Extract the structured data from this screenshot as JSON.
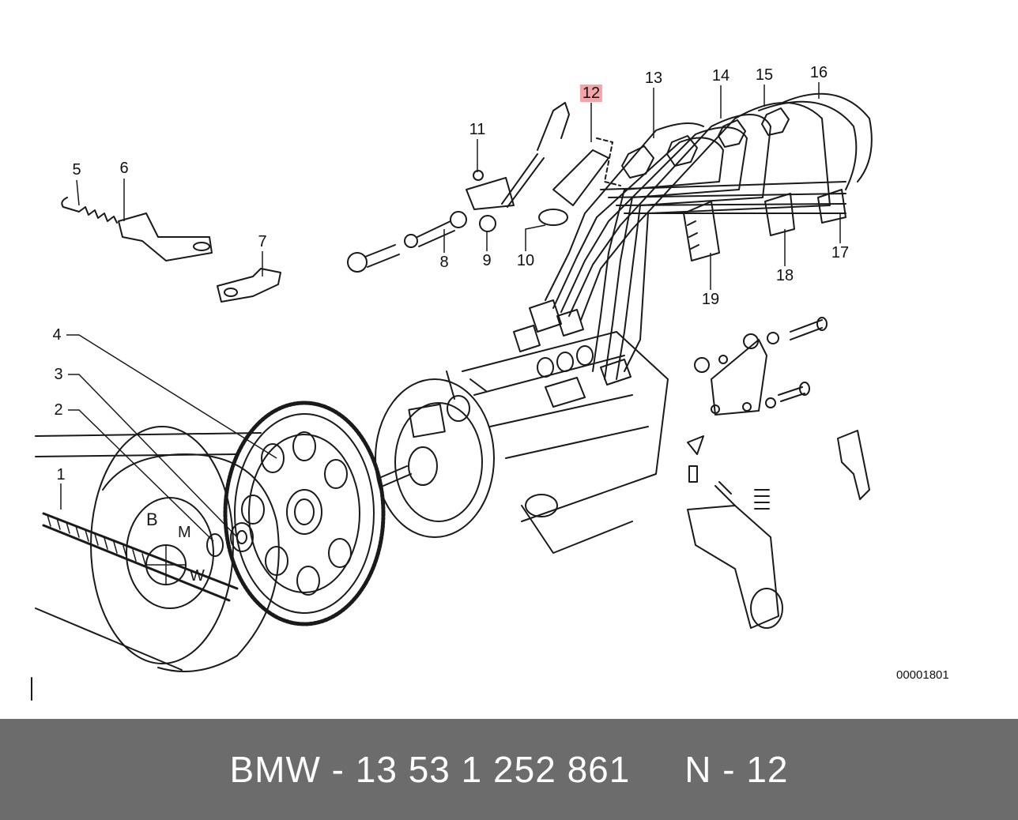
{
  "diagram": {
    "code": "00001801",
    "highlight_color": "#f4a3a8",
    "callouts": [
      {
        "id": "1",
        "label": "1"
      },
      {
        "id": "2",
        "label": "2"
      },
      {
        "id": "3",
        "label": "3"
      },
      {
        "id": "4",
        "label": "4"
      },
      {
        "id": "5",
        "label": "5"
      },
      {
        "id": "6",
        "label": "6"
      },
      {
        "id": "7",
        "label": "7"
      },
      {
        "id": "8",
        "label": "8"
      },
      {
        "id": "9",
        "label": "9"
      },
      {
        "id": "10",
        "label": "10"
      },
      {
        "id": "11",
        "label": "11"
      },
      {
        "id": "12",
        "label": "12",
        "highlighted": true
      },
      {
        "id": "13",
        "label": "13"
      },
      {
        "id": "14",
        "label": "14"
      },
      {
        "id": "15",
        "label": "15"
      },
      {
        "id": "16",
        "label": "16"
      },
      {
        "id": "17",
        "label": "17"
      },
      {
        "id": "18",
        "label": "18"
      },
      {
        "id": "19",
        "label": "19"
      }
    ]
  },
  "footer": {
    "background": "#6c6c6c",
    "part_text": "BMW - 13 53 1 252 861",
    "page_text": "N - 12"
  }
}
